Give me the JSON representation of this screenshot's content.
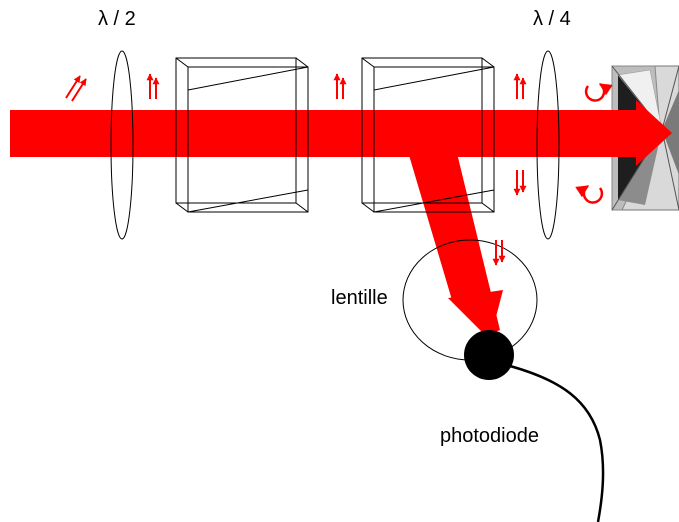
{
  "labels": {
    "half_wave_plate": "λ / 2",
    "quarter_wave_plate": "λ / 4",
    "lens": "lentille",
    "photodiode": "photodiode"
  },
  "colors": {
    "beam": "#ff0000",
    "outline": "#000000",
    "prism_light": "#d8d8d8",
    "prism_mid": "#9a9a9a",
    "prism_dark": "#2a2a2a"
  }
}
